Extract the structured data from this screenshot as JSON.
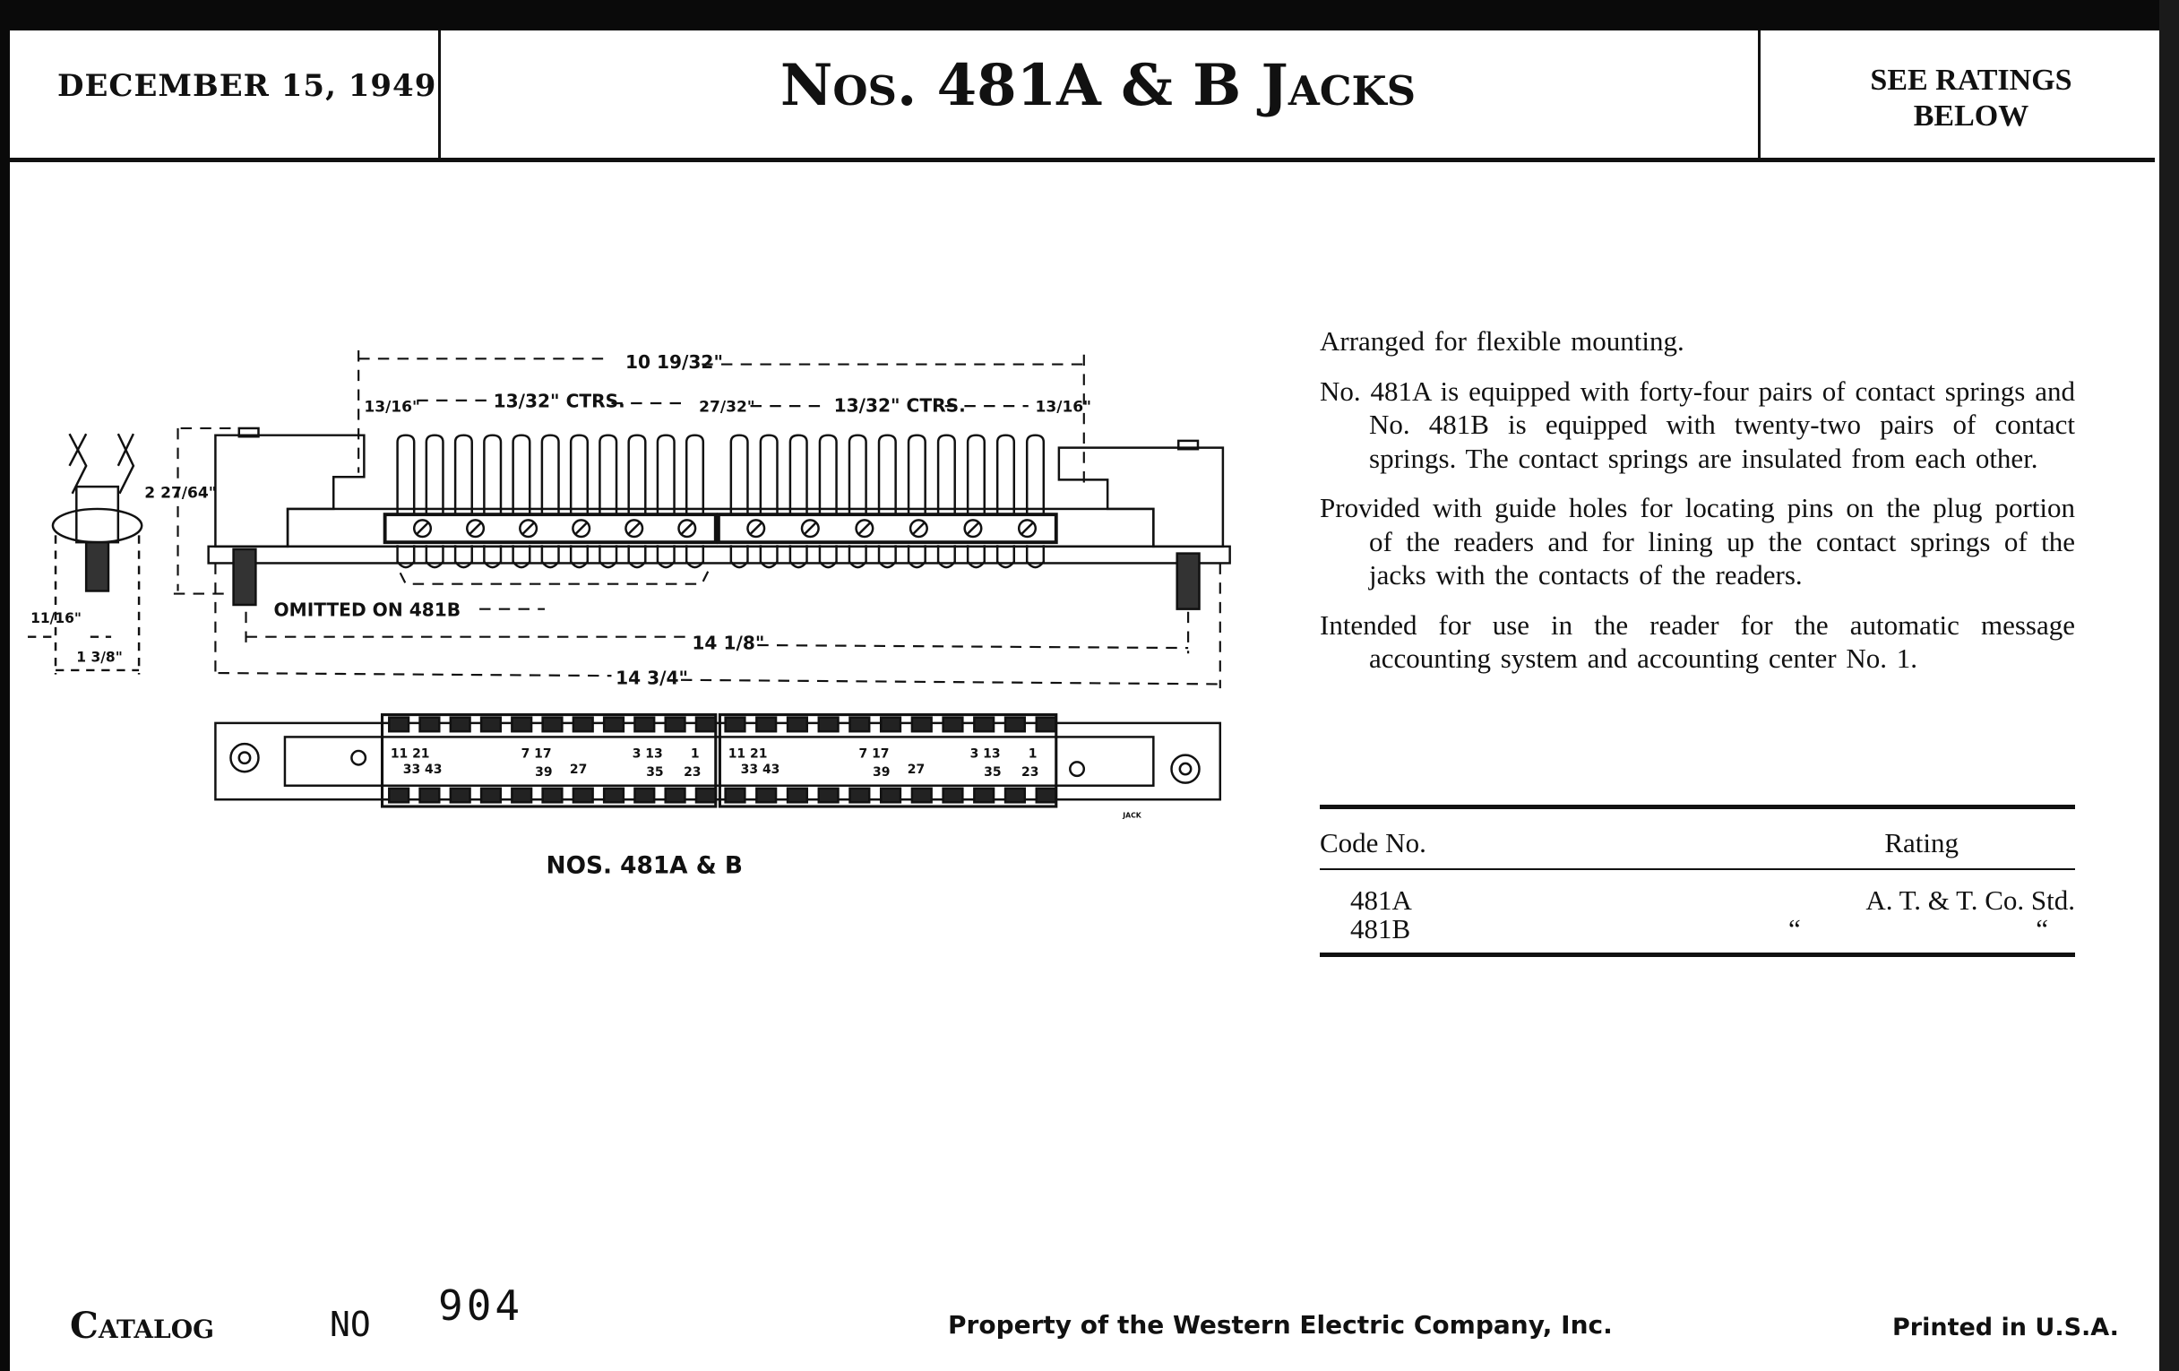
{
  "header": {
    "date": "DECEMBER 15, 1949",
    "title": "Nos. 481A & B Jacks",
    "ratings_note_line1": "SEE RATINGS",
    "ratings_note_line2": "BELOW"
  },
  "description": [
    "Arranged for flexible mounting.",
    "No. 481A is equipped with forty-four pairs of contact springs and No. 481B is equipped with twenty-two pairs of contact springs. The contact springs are insulated from each other.",
    "Provided with guide holes for locating pins on the plug portion of the readers and for lining up the contact springs of the jacks with the contacts of the readers.",
    "Intended for use in the reader for the automatic message accounting system and accounting center No. 1."
  ],
  "table": {
    "headers": {
      "code": "Code No.",
      "rating": "Rating"
    },
    "codes": [
      "481A",
      "481B"
    ],
    "rating": "A. T. & T. Co. Std.",
    "ditto": "“"
  },
  "diagram": {
    "caption": "NOS. 481A & B",
    "overall_span": "10 19/32\"",
    "end_offset_left": "13/16\"",
    "end_offset_right": "13/16\"",
    "spring_ctrs_left": "13/32\" CTRS.",
    "spring_ctrs_right": "13/32\" CTRS.",
    "gap": "27/32\"",
    "height": "2 27/64\"",
    "omitted_note": "OMITTED ON 481B",
    "mount_centers": "14 1/8\"",
    "overall_length": "14 3/4\"",
    "end_width_a": "11/16\"",
    "end_width_b": "1 3/8\"",
    "terminal_numbers": [
      "11 21",
      "33 43",
      "7 17",
      "39",
      "27",
      "3 13",
      "35",
      "1",
      "23"
    ],
    "stamp": "JACK"
  },
  "footer": {
    "catalog": "Catalog",
    "no": "NO",
    "number": "904",
    "property": "Property of the Western Electric Company, Inc.",
    "printed": "Printed in U.S.A."
  }
}
